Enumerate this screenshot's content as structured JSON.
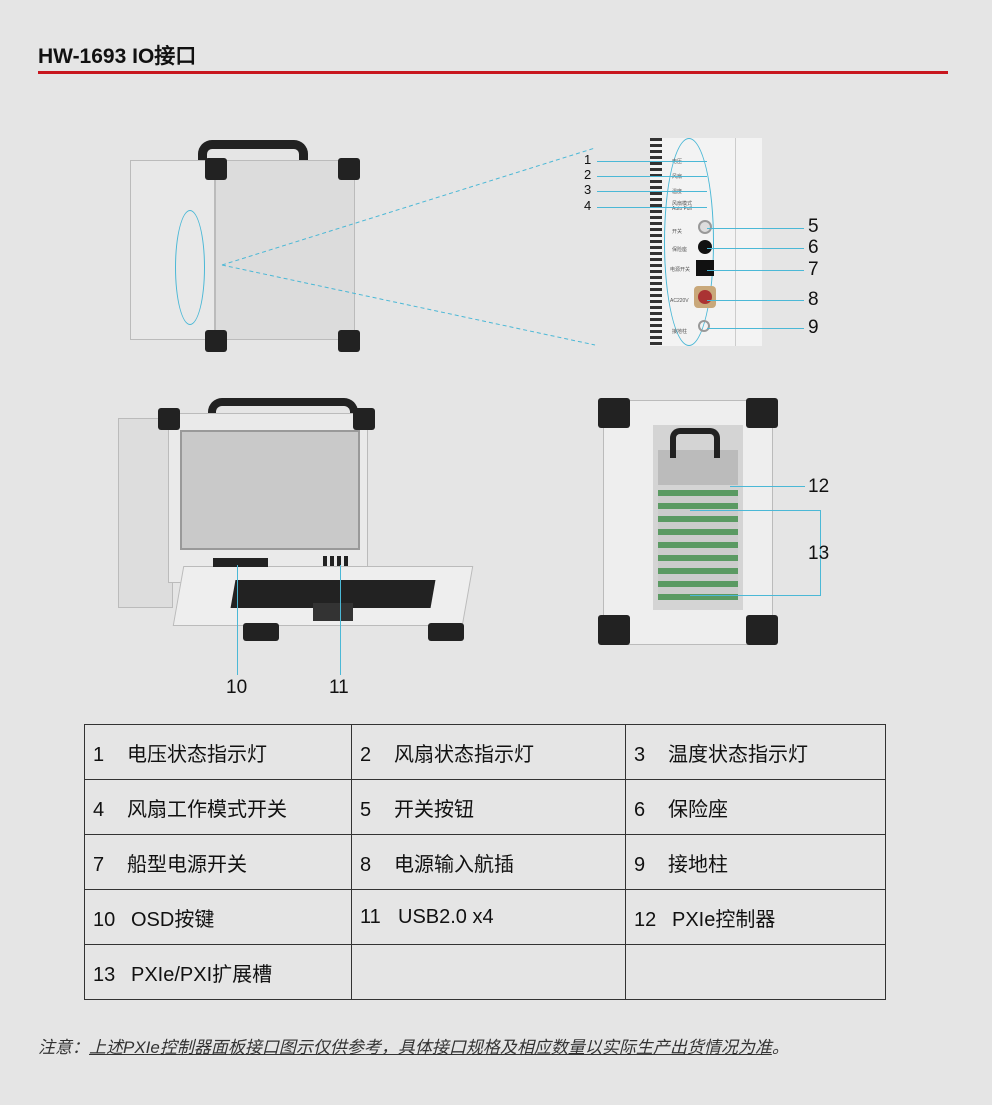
{
  "title": "HW-1693 IO接口",
  "panel_labels": [
    "电压",
    "风扇",
    "温度",
    "风扇模式",
    "Auto Full",
    "开关",
    "保险座",
    "电源开关",
    "AC220V",
    "接地柱"
  ],
  "callouts": [
    "1",
    "2",
    "3",
    "4",
    "5",
    "6",
    "7",
    "8",
    "9",
    "10",
    "11",
    "12",
    "13"
  ],
  "table": [
    [
      {
        "n": "1",
        "t": "电压状态指示灯"
      },
      {
        "n": "2",
        "t": "风扇状态指示灯"
      },
      {
        "n": "3",
        "t": "温度状态指示灯"
      }
    ],
    [
      {
        "n": "4",
        "t": "风扇工作模式开关"
      },
      {
        "n": "5",
        "t": "开关按钮"
      },
      {
        "n": "6",
        "t": "保险座"
      }
    ],
    [
      {
        "n": "7",
        "t": "船型电源开关"
      },
      {
        "n": "8",
        "t": "电源输入航插"
      },
      {
        "n": "9",
        "t": "接地柱"
      }
    ],
    [
      {
        "n": "10",
        "t": "OSD按键"
      },
      {
        "n": "11",
        "t": "USB2.0 x4"
      },
      {
        "n": "12",
        "t": "PXIe控制器"
      }
    ],
    [
      {
        "n": "13",
        "t": "PXIe/PXI扩展槽"
      },
      {
        "n": "",
        "t": ""
      },
      {
        "n": "",
        "t": ""
      }
    ]
  ],
  "note": {
    "prefix": "注意：",
    "body": "上述PXIe控制器面板接口图示仅供参考，具体接口规格及相应数量以实际生产出货情况为准",
    "suffix": "。"
  }
}
